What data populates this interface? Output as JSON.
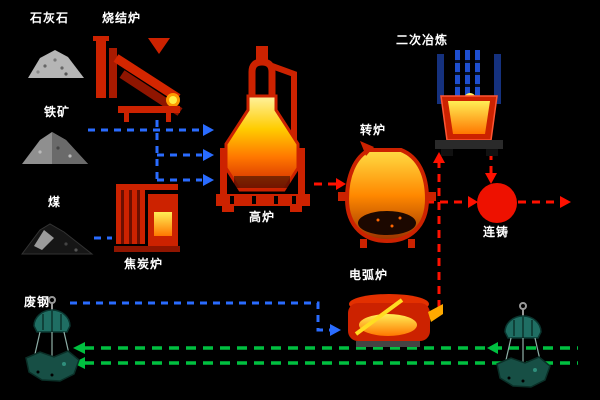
{
  "labels": {
    "limestone": "石灰石",
    "sintering_furnace": "烧结炉",
    "iron_ore": "铁矿",
    "coal": "煤",
    "coking_furnace": "焦炭炉",
    "blast_furnace": "高炉",
    "converter": "转炉",
    "secondary_refining": "二次冶炼",
    "continuous_casting": "连铸",
    "electric_arc_furnace": "电弧炉",
    "scrap_steel": "废钢"
  },
  "colors": {
    "background": "#000000",
    "label_text": "#ffffff",
    "machine_red": "#cc2200",
    "flame_yellow": "#ffcc00",
    "flame_orange": "#ff7700",
    "arrow_blue": "#2a6cff",
    "arrow_red": "#ff1100",
    "arrow_green": "#00c040",
    "limestone_gray": "#b5b5b5",
    "coal_black": "#161616",
    "scrap_claw_teal": "#1f6e63",
    "casting_circle_red": "#ee1100"
  },
  "connections": [
    {
      "from": "limestone/iron-ore",
      "to": "sintering-furnace",
      "color": "blue",
      "style": "dashed"
    },
    {
      "from": "sintering-furnace",
      "to": "blast-furnace",
      "color": "blue",
      "style": "dashed"
    },
    {
      "from": "coal",
      "to": "coking-furnace",
      "color": "blue",
      "style": "dashed"
    },
    {
      "from": "coking-furnace",
      "to": "blast-furnace",
      "color": "blue",
      "style": "dashed"
    },
    {
      "from": "scrap-steel",
      "to": "electric-arc-furnace",
      "color": "blue",
      "style": "dashed"
    },
    {
      "from": "blast-furnace",
      "to": "converter",
      "color": "red",
      "style": "dashed"
    },
    {
      "from": "converter",
      "to": "secondary-refining",
      "color": "red",
      "style": "dashed"
    },
    {
      "from": "secondary-refining",
      "to": "continuous-casting",
      "color": "red",
      "style": "dashed"
    },
    {
      "from": "electric-arc-furnace",
      "to": "continuous-casting",
      "color": "red",
      "style": "dashed"
    },
    {
      "from": "continuous-casting",
      "to": "output-right-edge",
      "color": "red",
      "style": "dashed"
    },
    {
      "from": "recycled-steel-right",
      "to": "scrap-steel-left",
      "color": "green",
      "style": "dashed"
    }
  ]
}
